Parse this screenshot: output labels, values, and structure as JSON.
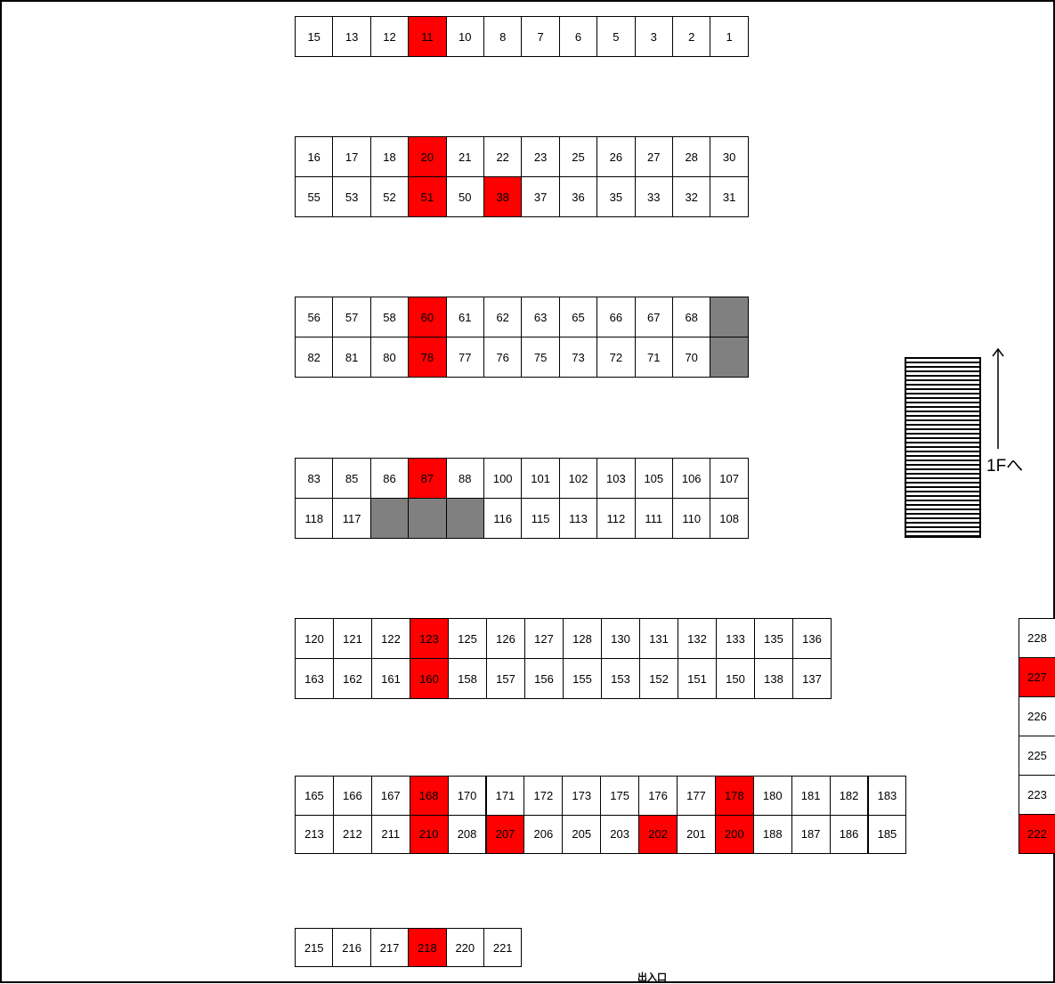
{
  "legend": {
    "occupied_color": "#ff0000",
    "unavailable_color": "#808080",
    "vacant_color": "#ffffff"
  },
  "blocks": [
    {
      "id": "block-1",
      "rows": [
        [
          {
            "n": "15"
          },
          {
            "n": "13"
          },
          {
            "n": "12"
          },
          {
            "n": "11",
            "s": "occupied"
          },
          {
            "n": "10"
          },
          {
            "n": "8"
          },
          {
            "n": "7"
          },
          {
            "n": "6"
          },
          {
            "n": "5"
          },
          {
            "n": "3"
          },
          {
            "n": "2"
          },
          {
            "n": "1"
          }
        ]
      ]
    },
    {
      "id": "block-2",
      "rows": [
        [
          {
            "n": "16"
          },
          {
            "n": "17"
          },
          {
            "n": "18"
          },
          {
            "n": "20",
            "s": "occupied"
          },
          {
            "n": "21"
          },
          {
            "n": "22"
          },
          {
            "n": "23"
          },
          {
            "n": "25"
          },
          {
            "n": "26"
          },
          {
            "n": "27"
          },
          {
            "n": "28"
          },
          {
            "n": "30"
          }
        ],
        [
          {
            "n": "55"
          },
          {
            "n": "53"
          },
          {
            "n": "52"
          },
          {
            "n": "51",
            "s": "occupied"
          },
          {
            "n": "50"
          },
          {
            "n": "38",
            "s": "occupied"
          },
          {
            "n": "37"
          },
          {
            "n": "36"
          },
          {
            "n": "35"
          },
          {
            "n": "33"
          },
          {
            "n": "32"
          },
          {
            "n": "31"
          }
        ]
      ]
    },
    {
      "id": "block-3",
      "rows": [
        [
          {
            "n": "56"
          },
          {
            "n": "57"
          },
          {
            "n": "58"
          },
          {
            "n": "60",
            "s": "occupied"
          },
          {
            "n": "61"
          },
          {
            "n": "62"
          },
          {
            "n": "63"
          },
          {
            "n": "65"
          },
          {
            "n": "66"
          },
          {
            "n": "67"
          },
          {
            "n": "68"
          },
          {
            "n": "",
            "s": "unavailable"
          }
        ],
        [
          {
            "n": "82"
          },
          {
            "n": "81"
          },
          {
            "n": "80"
          },
          {
            "n": "78",
            "s": "occupied"
          },
          {
            "n": "77"
          },
          {
            "n": "76"
          },
          {
            "n": "75"
          },
          {
            "n": "73"
          },
          {
            "n": "72"
          },
          {
            "n": "71"
          },
          {
            "n": "70"
          },
          {
            "n": "",
            "s": "unavailable"
          }
        ]
      ]
    },
    {
      "id": "block-4",
      "rows": [
        [
          {
            "n": "83"
          },
          {
            "n": "85"
          },
          {
            "n": "86"
          },
          {
            "n": "87",
            "s": "occupied"
          },
          {
            "n": "88"
          },
          {
            "n": "100"
          },
          {
            "n": "101"
          },
          {
            "n": "102"
          },
          {
            "n": "103"
          },
          {
            "n": "105"
          },
          {
            "n": "106"
          },
          {
            "n": "107"
          }
        ],
        [
          {
            "n": "118"
          },
          {
            "n": "117"
          },
          {
            "n": "",
            "s": "unavailable"
          },
          {
            "n": "",
            "s": "unavailable"
          },
          {
            "n": "",
            "s": "unavailable"
          },
          {
            "n": "116"
          },
          {
            "n": "115"
          },
          {
            "n": "113"
          },
          {
            "n": "112"
          },
          {
            "n": "111"
          },
          {
            "n": "110"
          },
          {
            "n": "108"
          }
        ]
      ]
    },
    {
      "id": "block-5",
      "rows": [
        [
          {
            "n": "120"
          },
          {
            "n": "121"
          },
          {
            "n": "122"
          },
          {
            "n": "123",
            "s": "occupied"
          },
          {
            "n": "125"
          },
          {
            "n": "126"
          },
          {
            "n": "127"
          },
          {
            "n": "128"
          },
          {
            "n": "130"
          },
          {
            "n": "131"
          },
          {
            "n": "132"
          },
          {
            "n": "133"
          },
          {
            "n": "135"
          },
          {
            "n": "136"
          }
        ],
        [
          {
            "n": "163"
          },
          {
            "n": "162"
          },
          {
            "n": "161"
          },
          {
            "n": "160",
            "s": "occupied"
          },
          {
            "n": "158"
          },
          {
            "n": "157"
          },
          {
            "n": "156"
          },
          {
            "n": "155"
          },
          {
            "n": "153"
          },
          {
            "n": "152"
          },
          {
            "n": "151"
          },
          {
            "n": "150"
          },
          {
            "n": "138"
          },
          {
            "n": "137"
          }
        ]
      ]
    },
    {
      "id": "block-6",
      "rows": [
        [
          {
            "n": "165"
          },
          {
            "n": "166"
          },
          {
            "n": "167"
          },
          {
            "n": "168",
            "s": "occupied"
          },
          {
            "n": "170"
          },
          {
            "n": "171"
          },
          {
            "n": "172"
          },
          {
            "n": "173"
          },
          {
            "n": "175"
          },
          {
            "n": "176"
          },
          {
            "n": "177"
          },
          {
            "n": "178",
            "s": "occupied"
          },
          {
            "n": "180"
          },
          {
            "n": "181"
          },
          {
            "n": "182"
          },
          {
            "n": "183"
          }
        ],
        [
          {
            "n": "213"
          },
          {
            "n": "212"
          },
          {
            "n": "211"
          },
          {
            "n": "210",
            "s": "occupied"
          },
          {
            "n": "208"
          },
          {
            "n": "207",
            "s": "occupied"
          },
          {
            "n": "206"
          },
          {
            "n": "205"
          },
          {
            "n": "203"
          },
          {
            "n": "202",
            "s": "occupied"
          },
          {
            "n": "201"
          },
          {
            "n": "200",
            "s": "occupied"
          },
          {
            "n": "188"
          },
          {
            "n": "187"
          },
          {
            "n": "186"
          },
          {
            "n": "185"
          }
        ]
      ]
    },
    {
      "id": "block-7",
      "rows": [
        [
          {
            "n": "215"
          },
          {
            "n": "216"
          },
          {
            "n": "217"
          },
          {
            "n": "218",
            "s": "occupied"
          },
          {
            "n": "220"
          },
          {
            "n": "221"
          }
        ]
      ]
    },
    {
      "id": "block-right",
      "rows": [
        [
          {
            "n": "228"
          }
        ],
        [
          {
            "n": "227",
            "s": "occupied"
          }
        ],
        [
          {
            "n": "226"
          }
        ],
        [
          {
            "n": "225"
          }
        ],
        [
          {
            "n": "223"
          }
        ],
        [
          {
            "n": "222",
            "s": "occupied"
          }
        ]
      ]
    }
  ],
  "stairs_label": "1Fへ",
  "entrance_label": "出入口"
}
